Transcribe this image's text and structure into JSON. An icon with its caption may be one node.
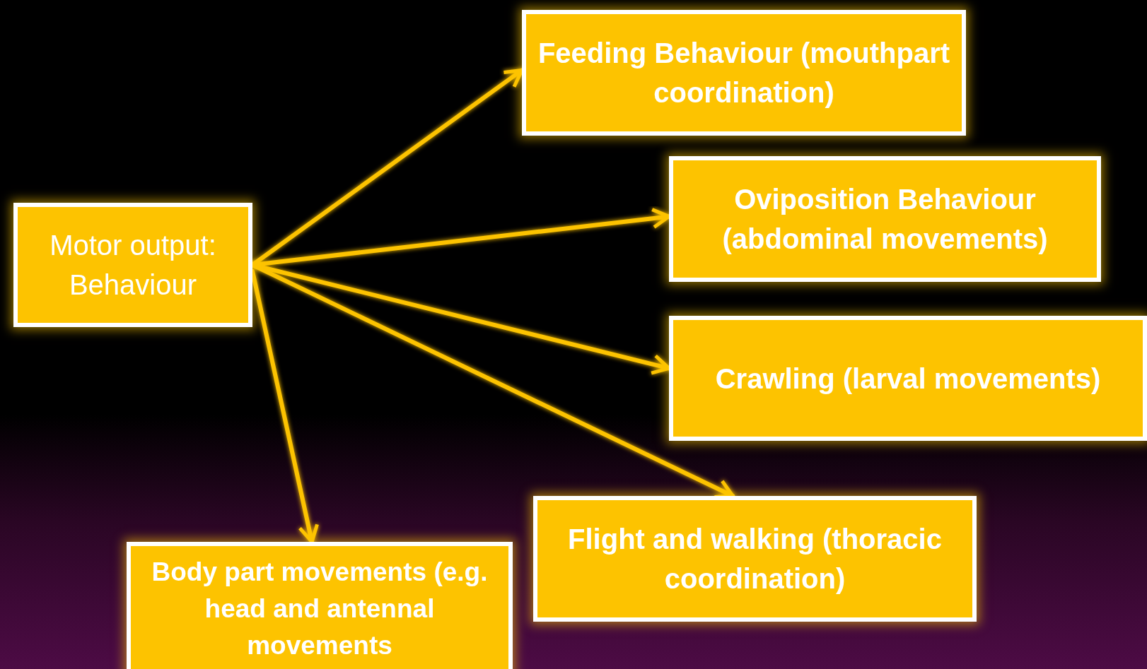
{
  "diagram": {
    "nodes": [
      {
        "text": [
          "Motor output: Behaviour"
        ]
      },
      {
        "text": [
          "Feeding Behaviour (mouthpart coordination)"
        ]
      },
      {
        "text": [
          "Oviposition Behaviour (abdominal movements)"
        ]
      },
      {
        "text": [
          "Crawling (larval movements)"
        ]
      },
      {
        "text": [
          "Flight and walking (thoracic coordination)"
        ]
      },
      {
        "text": [
          "Body part movements (e.g. head and antennal movements"
        ]
      }
    ],
    "edges": [
      {
        "from": 0,
        "to": 1,
        "arrow": "to"
      },
      {
        "from": 0,
        "to": 2,
        "arrow": "to"
      },
      {
        "from": 0,
        "to": 3,
        "arrow": "to"
      },
      {
        "from": 0,
        "to": 4,
        "arrow": "to"
      },
      {
        "from": 0,
        "to": 5,
        "arrow": "to"
      }
    ]
  }
}
